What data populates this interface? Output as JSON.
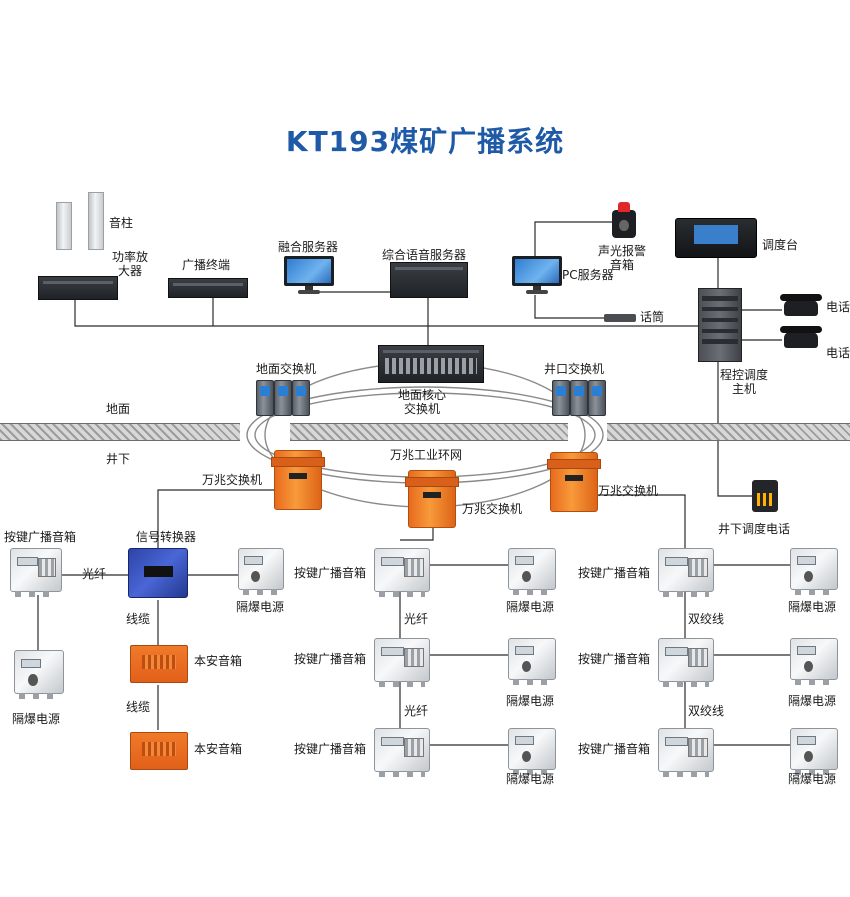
{
  "title": "KT193煤矿广播系统",
  "labels": {
    "speaker_column": "音柱",
    "power_amp": "功率放\n大器",
    "broadcast_terminal": "广播终端",
    "fusion_server": "融合服务器",
    "integrated_voice_server": "综合语音服务器",
    "alarm_speaker": "声光报警\n音箱",
    "pc_server": "PC服务器",
    "microphone": "话筒",
    "dispatch_console": "调度台",
    "phone_1": "电话",
    "phone_2": "电话",
    "ground_switch": "地面交换机",
    "core_switch": "地面核心\n交换机",
    "shaft_switch": "井口交换机",
    "program_dispatch_host": "程控调度\n主机",
    "surface": "地面",
    "underground": "井下",
    "ring_network": "万兆工业环网",
    "gigabit_switch_left": "万兆交换机",
    "gigabit_switch_mid": "万兆交换机",
    "gigabit_switch_right": "万兆交换机",
    "underground_dispatch_phone": "井下调度电话",
    "signal_converter": "信号转换器",
    "key_speaker_left": "按键广播音箱",
    "fiber_left": "光纤",
    "power_left_top": "隔爆电源",
    "power_left_bottom": "隔爆电源",
    "cable_1": "线缆",
    "cable_2": "线缆",
    "safe_speaker_1": "本安音箱",
    "safe_speaker_2": "本安音箱",
    "mid_key_speaker_1": "按键广播音箱",
    "mid_key_speaker_2": "按键广播音箱",
    "mid_key_speaker_3": "按键广播音箱",
    "mid_power_1": "隔爆电源",
    "mid_power_2": "隔爆电源",
    "mid_power_3": "隔爆电源",
    "mid_fiber_1": "光纤",
    "mid_fiber_2": "光纤",
    "right_key_speaker_1": "按键广播音箱",
    "right_key_speaker_2": "按键广播音箱",
    "right_key_speaker_3": "按键广播音箱",
    "right_power_1": "隔爆电源",
    "right_power_2": "隔爆电源",
    "right_power_3": "隔爆电源",
    "twisted_pair_1": "双绞线",
    "twisted_pair_2": "双绞线"
  },
  "colors": {
    "title": "#1f5aa6",
    "line": "#2b2b2b",
    "ring": "#7a7a7a",
    "orange": "#f08a2e",
    "blue": "#2d44a8"
  },
  "icons": [
    "speaker-column-icon",
    "amplifier-icon",
    "terminal-icon",
    "monitor-icon",
    "server-icon",
    "alarm-speaker-icon",
    "microphone-icon",
    "console-icon",
    "cabinet-icon",
    "phone-icon",
    "switch-icon",
    "orange-switch-icon",
    "steel-box-icon",
    "converter-icon",
    "safe-speaker-icon"
  ]
}
